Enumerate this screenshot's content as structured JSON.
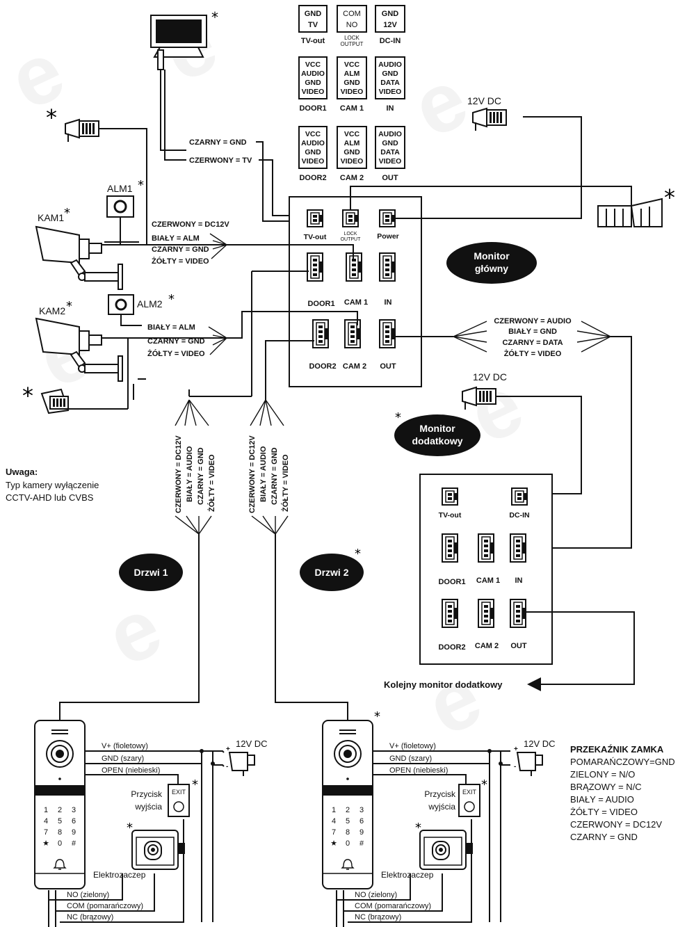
{
  "top_legend": {
    "tv": [
      "GND",
      "TV"
    ],
    "tv_cap": "TV-out",
    "lock": [
      "COM",
      "NO"
    ],
    "lock_cap": [
      "LOCK",
      "OUTPUT"
    ],
    "dcin": [
      "GND",
      "12V"
    ],
    "dcin_cap": "DC-IN",
    "door1": [
      "VCC",
      "AUDIO",
      "GND",
      "VIDEO"
    ],
    "door1_cap": "DOOR1",
    "cam1": [
      "VCC",
      "ALM",
      "GND",
      "VIDEO"
    ],
    "cam1_cap": "CAM 1",
    "in": [
      "AUDIO",
      "GND",
      "DATA",
      "VIDEO"
    ],
    "in_cap": "IN",
    "door2": [
      "VCC",
      "AUDIO",
      "GND",
      "VIDEO"
    ],
    "door2_cap": "DOOR2",
    "cam2": [
      "VCC",
      "ALM",
      "GND",
      "VIDEO"
    ],
    "cam2_cap": "CAM 2",
    "out": [
      "AUDIO",
      "GND",
      "DATA",
      "VIDEO"
    ],
    "out_cap": "OUT"
  },
  "asterisk": "*",
  "psu": {
    "label": "12V DC"
  },
  "tv_wires": {
    "black": "CZARNY = GND",
    "red": "CZERWONY = TV"
  },
  "devices": {
    "alm1": "ALM1",
    "alm2": "ALM2",
    "kam1": "KAM1",
    "kam2": "KAM2"
  },
  "cam1_wires": [
    "CZERWONY = DC12V",
    "BIAŁY = ALM",
    "CZARNY = GND",
    "ŻÓŁTY = VIDEO"
  ],
  "cam2_wires": [
    "BIAŁY = ALM",
    "CZARNY = GND",
    "ŻÓŁTY = VIDEO"
  ],
  "monitor_main": {
    "title": [
      "Monitor",
      "główny"
    ],
    "ports": {
      "tv": "TV-out",
      "lock": [
        "LOCK",
        "OUTPUT"
      ],
      "power": "Power",
      "door1": "DOOR1",
      "cam1": "CAM 1",
      "in": "IN",
      "door2": "DOOR2",
      "cam2": "CAM 2",
      "out": "OUT"
    }
  },
  "bus_wires": [
    "CZERWONY = AUDIO",
    "BIAŁY = GND",
    "CZARNY = DATA",
    "ŻÓŁTY = VIDEO"
  ],
  "monitor_extra": {
    "title": [
      "Monitor",
      "dodatkowy"
    ],
    "ports": {
      "tv": "TV-out",
      "dcin": "DC-IN",
      "door1": "DOOR1",
      "cam1": "CAM 1",
      "in": "IN",
      "door2": "DOOR2",
      "cam2": "CAM 2",
      "out": "OUT"
    }
  },
  "door_wires": [
    "CZERWONY = DC12V",
    "BIAŁY = AUDIO",
    "CZARNY = GND",
    "ŻÓŁTY = VIDEO"
  ],
  "note": {
    "title": "Uwaga:",
    "lines": [
      "Typ kamery wyłączenie",
      "CCTV-AHD lub CVBS"
    ]
  },
  "doors": {
    "d1": "Drzwi 1",
    "d2": "Drzwi 2"
  },
  "next_monitor": "Kolejny monitor dodatkowy",
  "panel_wires": {
    "v": "V+ (fioletowy)",
    "gnd": "GND (szary)",
    "open": "OPEN (niebieski)",
    "no": "NO (zielony)",
    "com": "COM (pomarańczowy)",
    "nc": "NC (brązowy)",
    "plus": "+",
    "minus": "-"
  },
  "exit_button": {
    "label": [
      "Przycisk",
      "wyjścia"
    ],
    "tag": "EXIT"
  },
  "lock_label": "Elektrozaczep",
  "keypad": [
    "1",
    "2",
    "3",
    "4",
    "5",
    "6",
    "7",
    "8",
    "9",
    "★",
    "0",
    "#"
  ],
  "relay": {
    "title": "PRZEKAŹNIK ZAMKA",
    "lines": [
      "POMARAŃCZOWY=GND",
      "ZIELONY = N/O",
      "BRĄZOWY = N/C",
      "BIAŁY = AUDIO",
      "ŻÓŁTY = VIDEO",
      "CZERWONY = DC12V",
      "CZARNY = GND"
    ]
  }
}
